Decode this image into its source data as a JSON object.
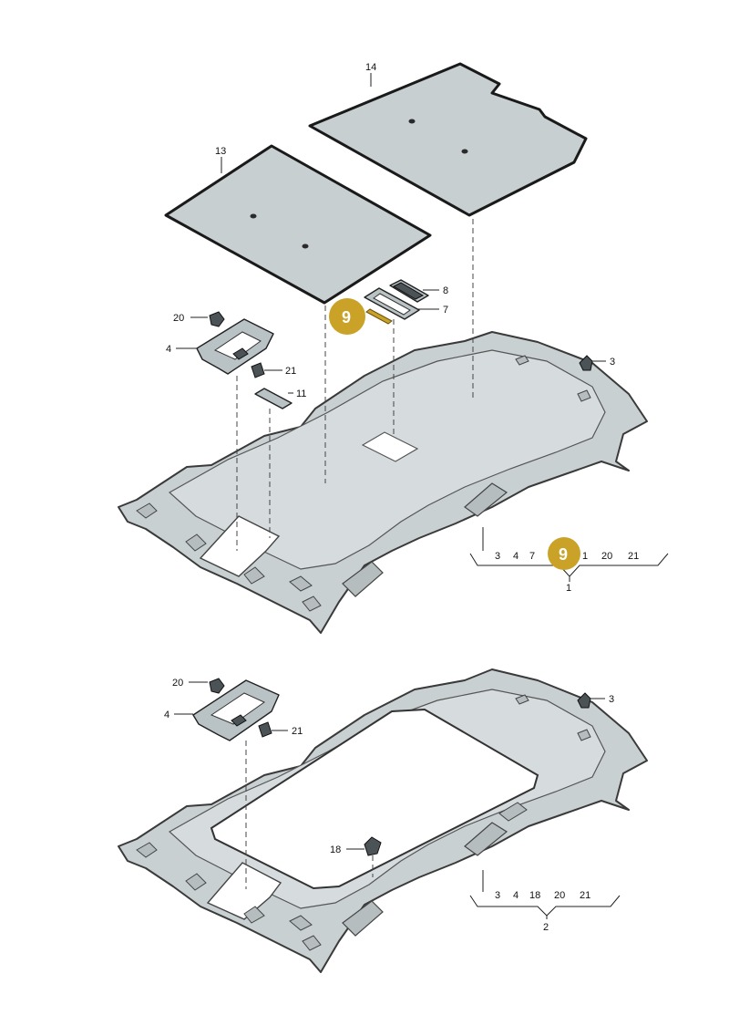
{
  "callouts": {
    "p13": "13",
    "p14": "14",
    "p8": "8",
    "p7": "7",
    "p9": "9",
    "p20a": "20",
    "p4a": "4",
    "p21a": "21",
    "p11": "11",
    "p3a": "3",
    "p20b": "20",
    "p4b": "4",
    "p21b": "21",
    "p3b": "3",
    "p18": "18"
  },
  "group1": {
    "items": [
      "3",
      "4",
      "7",
      "9",
      "1",
      "20",
      "21"
    ],
    "label": "1"
  },
  "group2": {
    "items": [
      "3",
      "4",
      "18",
      "20",
      "21"
    ],
    "label": "2"
  },
  "colors": {
    "badge": "#c9a227",
    "panel": "#c7cfd1",
    "shell": "#c9d0d2"
  }
}
